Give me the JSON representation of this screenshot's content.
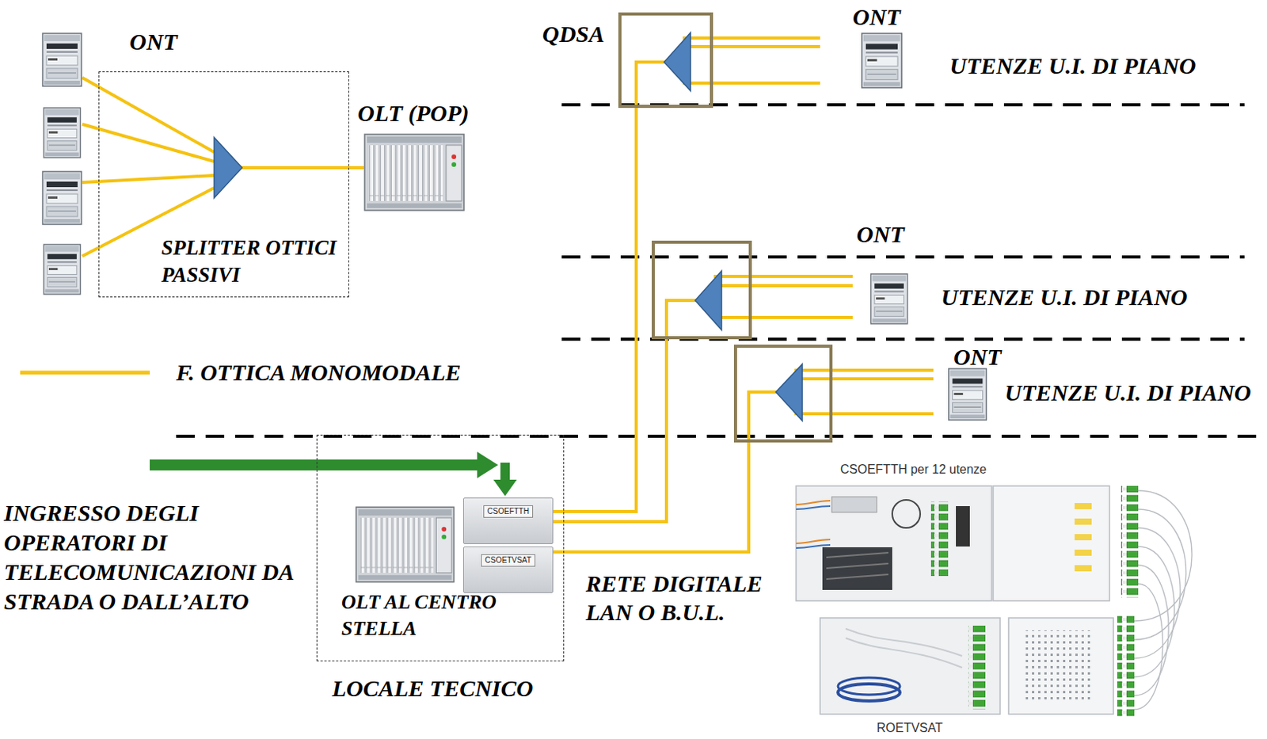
{
  "diagram": {
    "nodes": [
      {
        "text": [
          "SPLITTER OTTICI PASSIVI"
        ]
      },
      {
        "text": [
          "QDSA"
        ]
      },
      {
        "text": [
          "LOCALE TECNICO"
        ]
      },
      {
        "text": [
          "CSOEFTTH"
        ],
        "in": 2
      },
      {
        "text": [
          "CSOETVSAT"
        ],
        "in": 2
      }
    ],
    "edges": [
      {
        "from": 3,
        "to": 1,
        "arrow": "none"
      }
    ],
    "labels": [
      "ONT",
      "OLT (POP)",
      "ONT",
      "UTENZE U.I. DI PIANO",
      "ONT",
      "UTENZE U.I. DI PIANO",
      "ONT",
      "UTENZE U.I. DI PIANO",
      "INGRESSO DEGLI OPERATORI DI TELECOMUNICAZIONI DA STRADA O DALL’ALTO",
      "OLT AL CENTRO STELLA",
      "RETE DIGITALE LAN O B.U.L.",
      "CSOEFTTH per 12 utenze",
      "ROETVSAT"
    ],
    "legend": [
      {
        "text": "F. OTTICA MONOMODALE"
      }
    ]
  }
}
